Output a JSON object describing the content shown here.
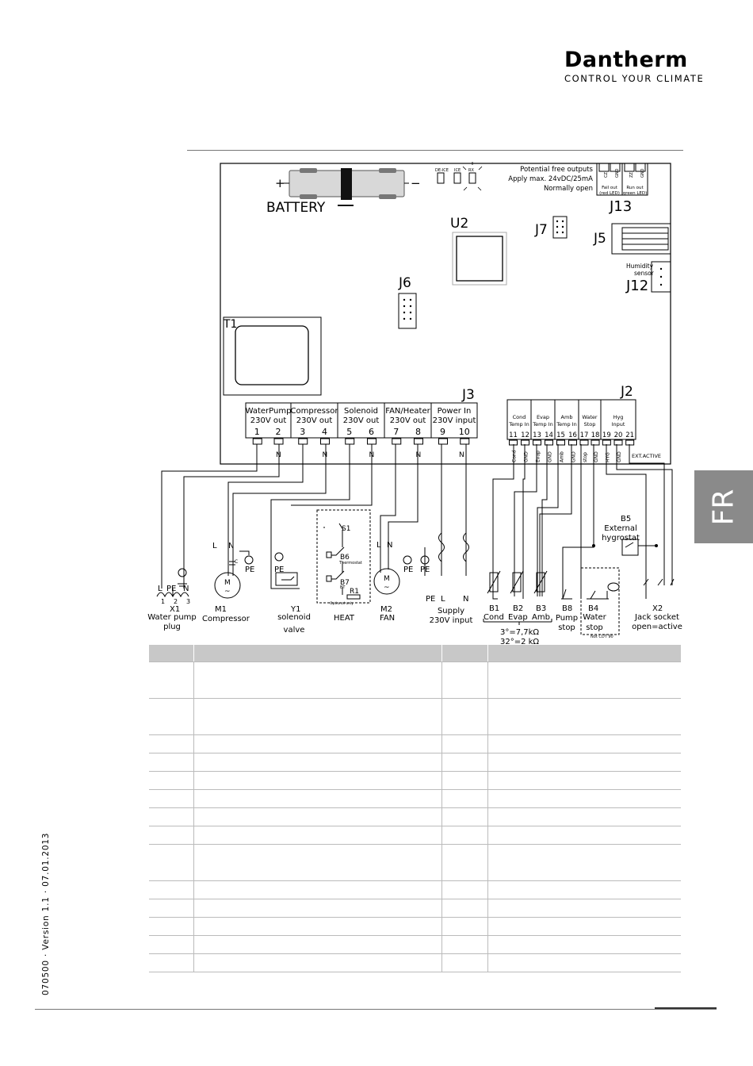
{
  "brand": {
    "name": "Dantherm",
    "tagline": "CONTROL YOUR CLIMATE"
  },
  "side_tab": "FR",
  "version_text": "070500 · Version 1.1 · 07.01.2013",
  "board": {
    "battery": "BATTERY",
    "plus": "+",
    "minus": "−",
    "u2": "U2",
    "j6": "J6",
    "j7": "J7",
    "j5": "J5",
    "j12": "J12",
    "j13": "J13",
    "j3": "J3",
    "j2": "J2",
    "t1": "T1",
    "humidity_sensor": [
      "Humidity",
      "sensor"
    ],
    "potential_free": [
      "Potential free outputs",
      "Apply max. 24vDC/25mA",
      "Normally open"
    ],
    "j13_pins": [
      "CZ",
      "GND",
      "ZZ",
      "GND"
    ],
    "j13_labels": [
      "Fail out",
      "(red LED)",
      "Run out",
      "green LED)"
    ],
    "led_labels": [
      "DE-ICE",
      "ICE",
      "RX"
    ],
    "ext_active": "EXT.ACTIVE"
  },
  "j3_groups": [
    {
      "name": "WaterPump",
      "out": "230V out",
      "pins": [
        "1",
        "2"
      ]
    },
    {
      "name": "Compressor",
      "out": "230V out",
      "pins": [
        "3",
        "4"
      ]
    },
    {
      "name": "Solenoid",
      "out": "230V out",
      "pins": [
        "5",
        "6"
      ]
    },
    {
      "name": "FAN/Heater",
      "out": "230V out",
      "pins": [
        "7",
        "8"
      ]
    },
    {
      "name": "Power In",
      "out": "230V input",
      "pins": [
        "9",
        "10"
      ]
    }
  ],
  "n_label": "N",
  "j2_groups": [
    {
      "name": [
        "Cond",
        "Temp In"
      ],
      "pins": [
        "11",
        "12"
      ],
      "wires": [
        "Cond",
        "GND"
      ]
    },
    {
      "name": [
        "Evap",
        "Temp In"
      ],
      "pins": [
        "13",
        "14"
      ],
      "wires": [
        "Evap",
        "GND"
      ]
    },
    {
      "name": [
        "Amb",
        "Temp In"
      ],
      "pins": [
        "15",
        "16"
      ],
      "wires": [
        "Amb",
        "GND"
      ]
    },
    {
      "name": [
        "Water",
        "Stop"
      ],
      "pins": [
        "17",
        "18"
      ],
      "wires": [
        "stop",
        "GND"
      ]
    },
    {
      "name": [
        "Hyg",
        "Input"
      ],
      "pins": [
        "19",
        "20",
        "21"
      ],
      "wires": [
        "HYG",
        "GND"
      ]
    }
  ],
  "components": {
    "x1": {
      "pins": [
        "L",
        "PE",
        "N"
      ],
      "nums": [
        "1",
        "2",
        "3"
      ],
      "id": "X1",
      "label": [
        "Water pump",
        "plug"
      ]
    },
    "m1": {
      "ln": [
        "L",
        "N"
      ],
      "pe": "PE",
      "id": "M1",
      "label": "Compressor",
      "m": "M",
      "c": "C"
    },
    "y1": {
      "pe": "PE",
      "id": "Y1",
      "label": [
        "solenoid",
        "valve"
      ]
    },
    "heat": {
      "s1": "S1",
      "b6": "B6",
      "thermostat": "Thermostat",
      "b7": "B7",
      "r1": "R1",
      "op": "Optional only",
      "label": "HEAT",
      "bt": "BT"
    },
    "m2": {
      "ln": [
        "L",
        "N"
      ],
      "pe": [
        "PE",
        "PE"
      ],
      "id": "M2",
      "label": "FAN",
      "m": "M"
    },
    "supply": {
      "pins": [
        "PE",
        "L",
        "N"
      ],
      "label": [
        "Supply",
        "230V input"
      ]
    },
    "sensors": {
      "ids": [
        "B1",
        "B2",
        "B3"
      ],
      "labels": [
        "Cond",
        "Evap",
        "Amb"
      ],
      "note": [
        "3°=7,7kΩ",
        "32°=2 kΩ"
      ]
    },
    "b8": {
      "id": "B8",
      "label": [
        "Pump",
        "stop"
      ]
    },
    "b4": {
      "id": "B4",
      "label": [
        "Water",
        "stop"
      ],
      "note": "Not CDT 90"
    },
    "b5": {
      "id": "B5",
      "label": [
        "External",
        "hygrostat"
      ]
    },
    "x2": {
      "id": "X2",
      "label": [
        "Jack socket",
        "open=active"
      ]
    }
  },
  "table_rows": [
    {
      "tall": true
    },
    {
      "tall": true
    },
    {
      "tall": false
    },
    {
      "tall": false
    },
    {
      "tall": false
    },
    {
      "tall": false
    },
    {
      "tall": false
    },
    {
      "tall": false
    },
    {
      "tall": true
    },
    {
      "tall": false
    },
    {
      "tall": false
    },
    {
      "tall": false
    },
    {
      "tall": false
    },
    {
      "tall": false
    }
  ]
}
